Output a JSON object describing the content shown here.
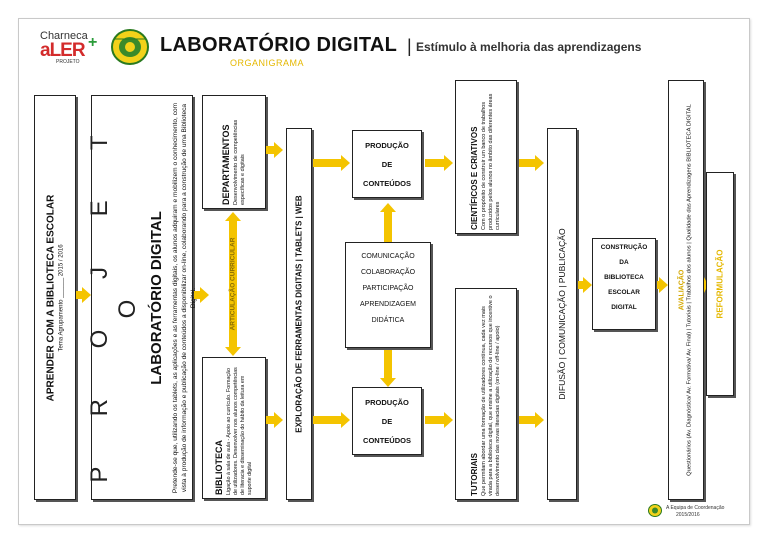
{
  "header": {
    "logo_charneca": "Charneca",
    "logo_aler": "aLER",
    "logo_plus": "+",
    "logo_projeto": "PROJETO",
    "title": "LABORATÓRIO DIGITAL",
    "separator": "|",
    "subtitle": "Estímulo à melhoria das aprendizagens",
    "organigrama": "ORGANIGRAMA"
  },
  "colors": {
    "accent_yellow": "#f4c400",
    "title_green": "#3a8a2a",
    "org_yellow": "#e5b800"
  },
  "col1": {
    "main": "APRENDER COM A BIBLIOTECA ESCOLAR",
    "sub": "Tema Agrupamento ______ 2015 / 2016"
  },
  "col2": {
    "projeto": "P R O J E T O",
    "heading": "LABORATÓRIO DIGITAL",
    "body": "Pretende-se que, utilizando os tablets, as aplicações e as ferramentas digitais, os alunos adquiram e mobilizem o conhecimento, com vista à produção de informação e publicação de conteúdos a disponibilizar on-line, colaborando para a construção de uma Biblioteca Digital."
  },
  "departamentos": {
    "title": "DEPARTAMENTOS",
    "body": "Desenvolvimento de competências específicas e digitais"
  },
  "articulacao": "ARTICULAÇÃO CURRICULAR",
  "biblioteca": {
    "title": "BIBLIOTECA",
    "body": "Ligação à sala de aula - Apoio ao currículo. Formação de utilizadores. Desenvolver nos alunos competências de literacia e disseminação do hábito da leitura em suporte digital"
  },
  "exploracao": "EXPLORAÇÃO DE FERRAMENTAS DIGITAIS | TABLETS | WEB",
  "producao_top": [
    "PRODUÇÃO",
    "DE",
    "CONTEÚDOS"
  ],
  "producao_bottom": [
    "PRODUÇÃO",
    "DE",
    "CONTEÚDOS"
  ],
  "center_list": [
    "COMUNICAÇÃO",
    "COLABORAÇÃO",
    "PARTICIPAÇÃO",
    "APRENDIZAGEM",
    "DIDÁTICA"
  ],
  "cientificos": {
    "title": "CIENTÍFICOS E CRIATIVOS",
    "body": "Com o propósito de construir um banco de trabalhos produzidos pelos alunos no âmbito das diferentes áreas curriculares"
  },
  "tutoriais": {
    "title": "TUTORIAIS",
    "body": "Que permitam abordar uma formação de utilizadores contínua, cada vez mais virada para a biblioteca digital, que ensine a utilização de recursos que incentive o desenvolvimento das novas literacias digitais (on-line / off-line / apoio)"
  },
  "difusao": "DIFUSÃO | COMUNICAÇÃO | PUBLICAÇÃO",
  "construcao": [
    "CONSTRUÇÃO",
    "DA",
    "BIBLIOTECA",
    "ESCOLAR",
    "DIGITAL"
  ],
  "avaliacao": {
    "title": "AVALIAÇÃO",
    "body": "Questionários (Av. Diagnóstica/ Av. Formativa/ Av. Final) | Tutoriais | Trabalhos dos alunos | Qualidade das Aprendizagens BIBLIOTECA DIGITAL"
  },
  "reformulacao": "REFORMULAÇÃO",
  "footer": {
    "line1": "A Equipa de Coordenação",
    "line2": "2015/2016"
  }
}
